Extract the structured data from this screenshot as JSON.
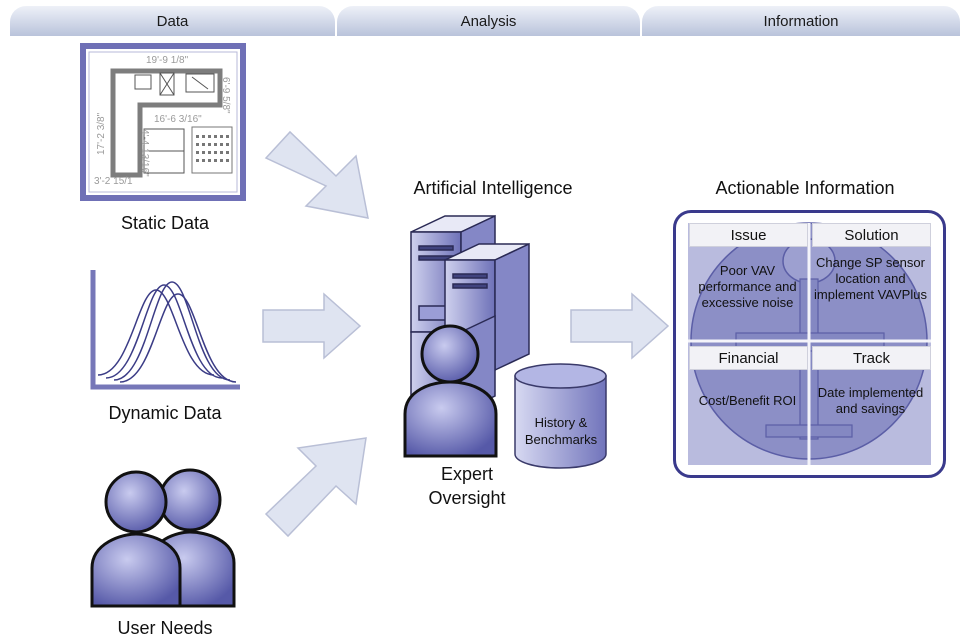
{
  "headers": {
    "data": "Data",
    "analysis": "Analysis",
    "information": "Information"
  },
  "inputs": {
    "static_label": "Static Data",
    "dynamic_label": "Dynamic Data",
    "user_needs_label": "User Needs"
  },
  "floorplan": {
    "dim_top": "19'-9 1/8\"",
    "dim_right": "6'-9 5/8\"",
    "dim_left": "17'-2 3/8\"",
    "dim_mid_h": "16'-6 3/16\"",
    "dim_mid_v": "4'-4 13/16\"",
    "dim_bottom": "3'-2 15/1"
  },
  "analysis": {
    "ai_label": "Artificial Intelligence",
    "db_label_line1": "History &",
    "db_label_line2": "Benchmarks",
    "expert_line1": "Expert",
    "expert_line2": "Oversight"
  },
  "output": {
    "title": "Actionable Information",
    "issue_title": "Issue",
    "issue_text": "Poor VAV performance and excessive noise",
    "solution_title": "Solution",
    "solution_text": "Change SP sensor location and implement VAVPlus",
    "financial_title": "Financial",
    "financial_text": "Cost/Benefit ROI",
    "track_title": "Track",
    "track_text": "Date implemented and savings"
  },
  "colors": {
    "accent": "#5b5ea6",
    "frame": "#3a3a8c",
    "arrow_fill": "#dfe4f1",
    "arrow_stroke": "#b9bfd6",
    "panel_fill": "#8c8fc6"
  }
}
